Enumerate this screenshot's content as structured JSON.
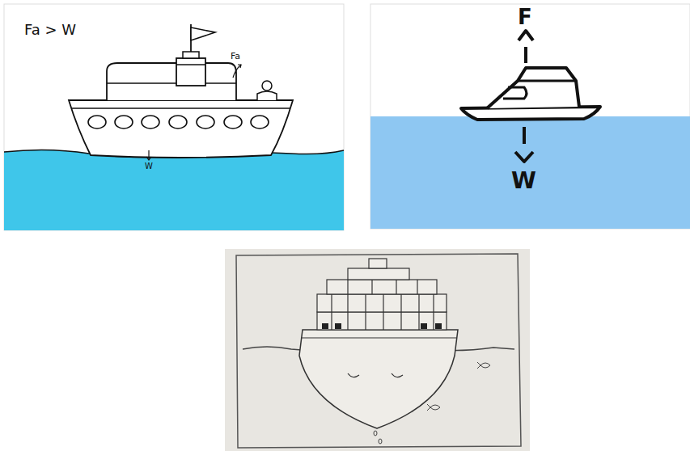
{
  "diagram": {
    "labels": [
      "Fa > W",
      "Fa",
      "W",
      "F",
      "W"
    ]
  }
}
